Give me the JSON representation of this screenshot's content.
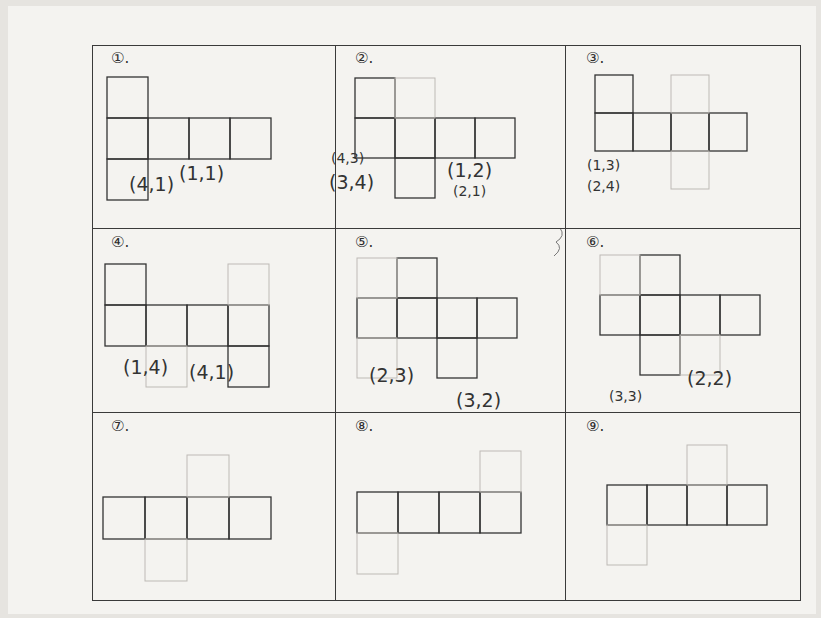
{
  "diagram": {
    "nodes": [
      {
        "text": [
          "①.",
          "(4,1)",
          "(1,1)"
        ]
      },
      {
        "text": [
          "②.",
          "(4,3)",
          "(3,4)",
          "(1,2)",
          "(2,1)"
        ]
      },
      {
        "text": [
          "③.",
          "(1,3)",
          "(2,4)"
        ]
      },
      {
        "text": [
          "④.",
          "(1,4)",
          "(4,1)"
        ]
      },
      {
        "text": [
          "⑤.",
          "(2,3)",
          "(3,2)"
        ]
      },
      {
        "text": [
          "⑥.",
          "(3,3)",
          "(2,2)"
        ]
      },
      {
        "text": [
          "⑦."
        ]
      },
      {
        "text": [
          "⑧."
        ]
      },
      {
        "text": [
          "⑨."
        ]
      }
    ]
  }
}
